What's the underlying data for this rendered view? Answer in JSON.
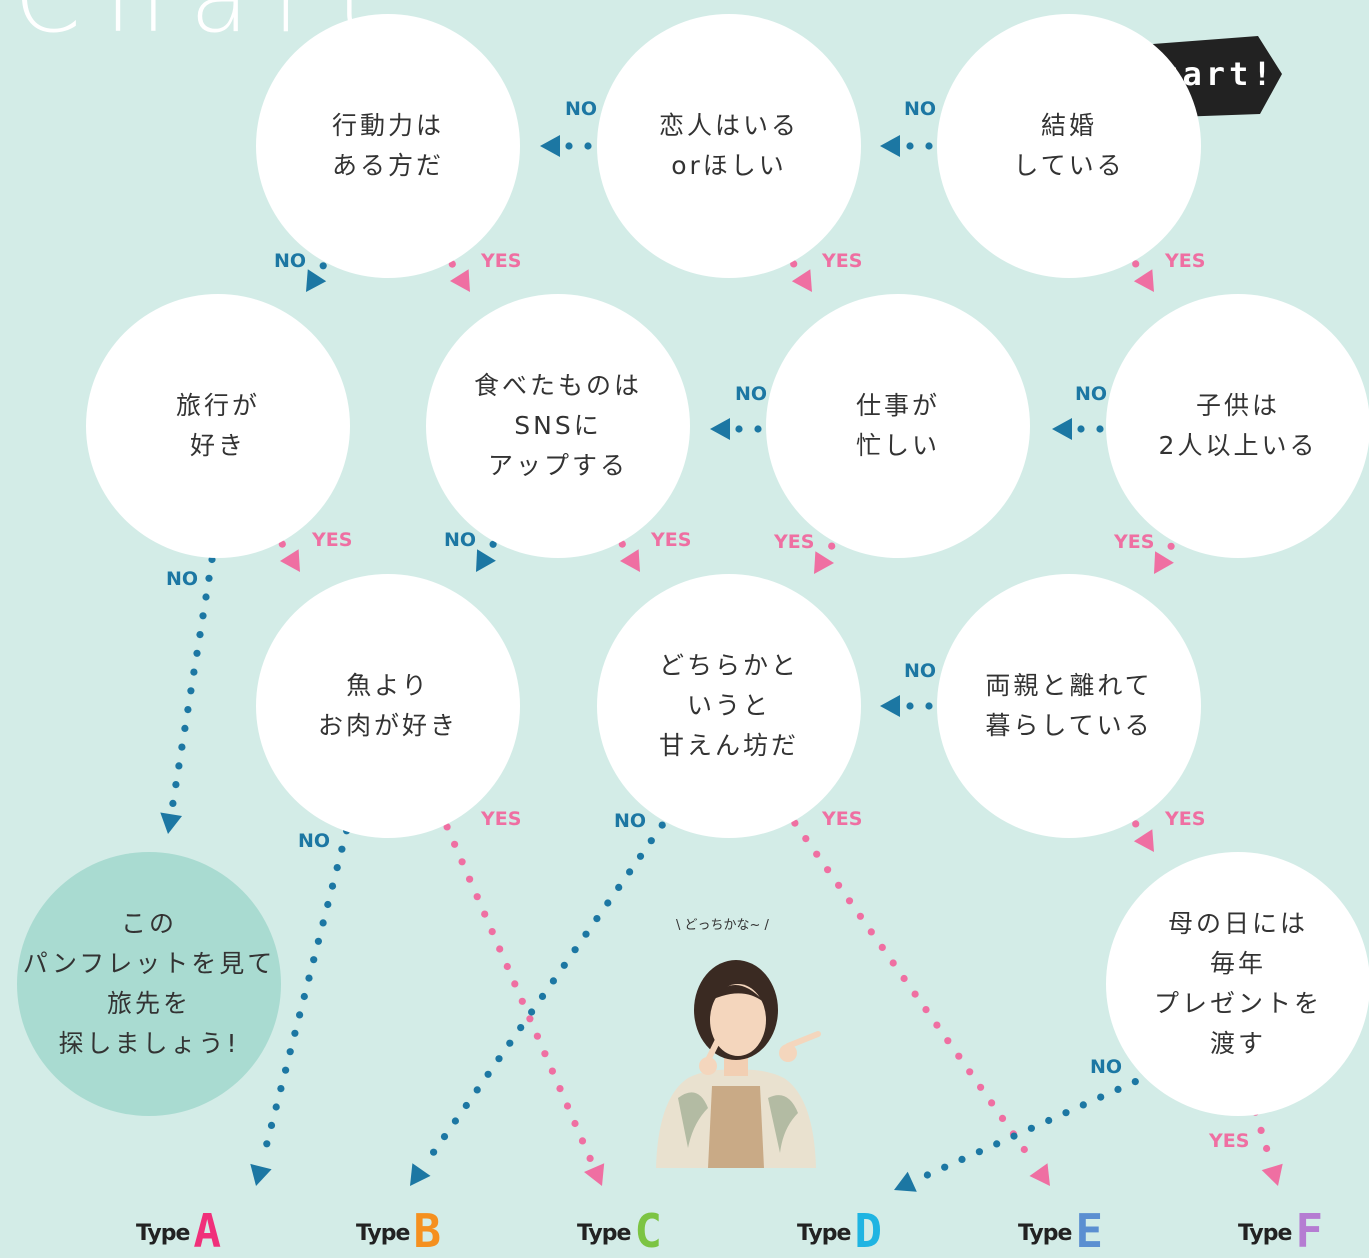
{
  "title": "Chart",
  "start_label": "Start!",
  "no_label": "NO",
  "yes_label": "YES",
  "type_word": "Type",
  "nodes": {
    "married": {
      "line1": "結婚",
      "line2": "している"
    },
    "partner": {
      "line1": "恋人はいる",
      "line2": "orほしい"
    },
    "active": {
      "line1": "行動力は",
      "line2": "ある方だ"
    },
    "travel": {
      "line1": "旅行が",
      "line2": "好き"
    },
    "sns": {
      "line1": "食べたものは",
      "line2": "SNSに",
      "line3": "アップする"
    },
    "busy": {
      "line1": "仕事が",
      "line2": "忙しい"
    },
    "kids": {
      "line1": "子供は",
      "line2": "2人以上いる"
    },
    "meat": {
      "line1": "魚より",
      "line2": "お肉が好き"
    },
    "spoiled": {
      "line1": "どちらかと",
      "line2": "いうと",
      "line3": "甘えん坊だ"
    },
    "parents": {
      "line1": "両親と離れて",
      "line2": "暮らしている"
    },
    "mothersday": {
      "line1": "母の日には",
      "line2": "毎年",
      "line3": "プレゼントを",
      "line4": "渡す"
    },
    "pamphlet": {
      "line1": "この",
      "line2": "パンフレットを見て",
      "line3": "旅先を",
      "line4": "探しましょう!"
    }
  },
  "model_thought": "どっちかな~",
  "types": [
    {
      "letter": "A",
      "color": "#f0307a"
    },
    {
      "letter": "B",
      "color": "#f5901f"
    },
    {
      "letter": "C",
      "color": "#7cc443"
    },
    {
      "letter": "D",
      "color": "#1fb4e2"
    },
    {
      "letter": "E",
      "color": "#5b8fd1"
    },
    {
      "letter": "F",
      "color": "#b57cd2"
    }
  ],
  "colors": {
    "background": "#d3ece7",
    "no": "#1c77a3",
    "yes": "#ef6fa2",
    "end_node": "#a9dbd1"
  }
}
